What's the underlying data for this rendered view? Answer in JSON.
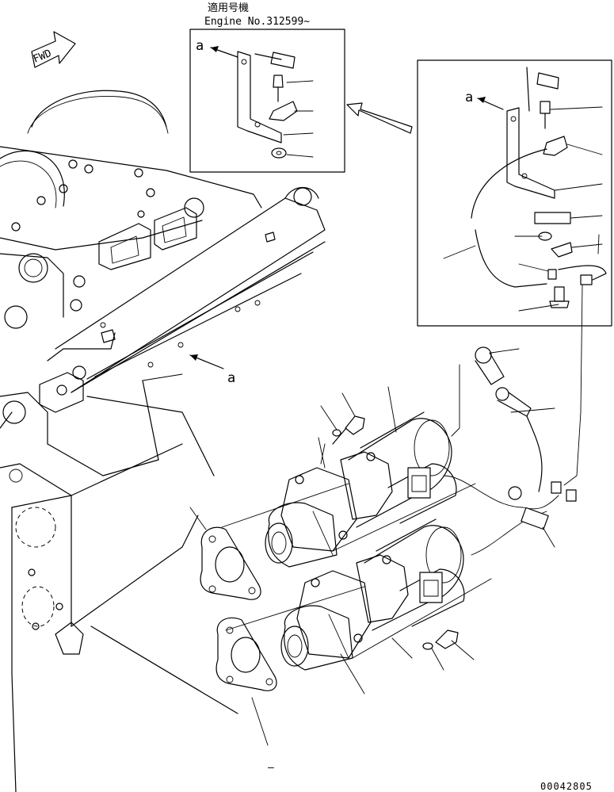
{
  "header": {
    "applicability_label": "適用号機",
    "engine_serial": "Engine No.312599~"
  },
  "fwd_label": "FWD",
  "view_marker": "a",
  "drawing_number": "00042805",
  "footnote_dash": "–"
}
